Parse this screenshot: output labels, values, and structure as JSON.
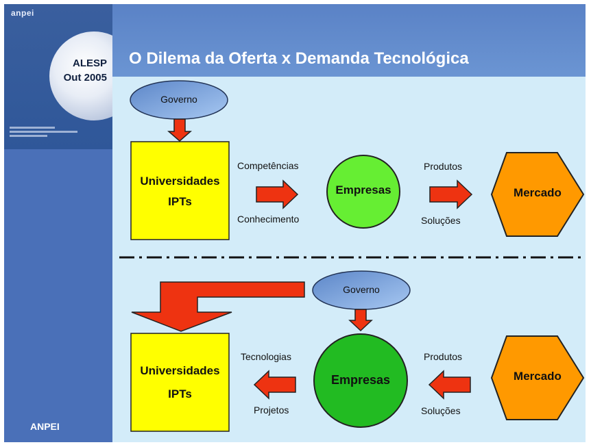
{
  "sidebar": {
    "logo": "anpei",
    "event_line1": "ALESP",
    "event_line2": "Out 2005",
    "footer": "ANPEI"
  },
  "title": "O Dilema da Oferta x Demanda Tecnológica",
  "top": {
    "governo": "Governo",
    "univ_line1": "Universidades",
    "univ_line2": "IPTs",
    "label_competencias": "Competências",
    "label_conhecimento": "Conhecimento",
    "empresas": "Empresas",
    "label_produtos": "Produtos",
    "label_solucoes": "Soluções",
    "mercado": "Mercado"
  },
  "bottom": {
    "governo": "Governo",
    "univ_line1": "Universidades",
    "univ_line2": "IPTs",
    "label_tecnologias": "Tecnologias",
    "label_projetos": "Projetos",
    "empresas": "Empresas",
    "label_produtos": "Produtos",
    "label_solucoes": "Soluções",
    "mercado": "Mercado"
  },
  "colors": {
    "univ": "#ffff00",
    "empresas_top": "#66ee33",
    "empresas_bottom": "#22bb22",
    "mercado": "#ff9900",
    "arrow": "#ee3311",
    "governo": "#7ea7e2"
  }
}
